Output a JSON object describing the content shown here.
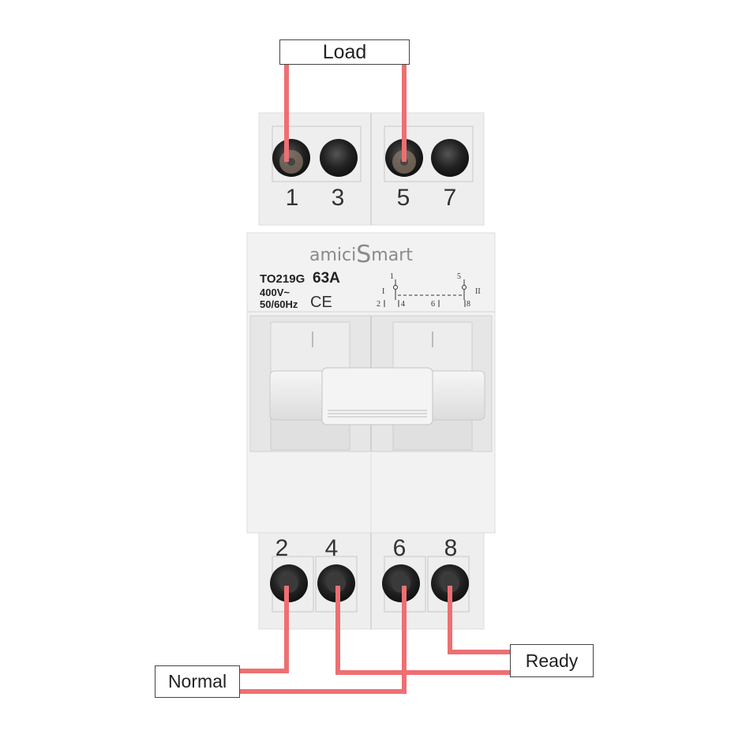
{
  "product": {
    "brand_name": "amiciSmart",
    "brand_prefix": "amici",
    "brand_s": "S",
    "brand_suffix": "mart",
    "model": "TO219G",
    "rating": "63A",
    "voltage": "400V~",
    "frequency": "50/60Hz",
    "ce_mark": "CE"
  },
  "terminals": {
    "top": [
      "1",
      "3",
      "5",
      "7"
    ],
    "bottom": [
      "2",
      "4",
      "6",
      "8"
    ]
  },
  "schematic": {
    "pos_left": "I",
    "pos_right": "II",
    "top_contacts": [
      "1",
      "5"
    ],
    "bottom_contacts": [
      "2",
      "4",
      "6",
      "8"
    ]
  },
  "wiring_labels": {
    "load": "Load",
    "normal": "Normal",
    "ready": "Ready"
  },
  "colors": {
    "wire": "#ee6f72",
    "wire_edge": "#d65a5e",
    "housing": "#f1f1f1",
    "terminal": "#1e1e1e"
  }
}
